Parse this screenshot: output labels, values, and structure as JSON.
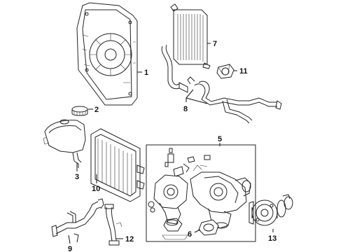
{
  "callouts": [
    {
      "id": "1",
      "label": "1"
    },
    {
      "id": "2",
      "label": "2"
    },
    {
      "id": "3",
      "label": "3"
    },
    {
      "id": "5",
      "label": "5"
    },
    {
      "id": "6",
      "label": "6"
    },
    {
      "id": "7",
      "label": "7"
    },
    {
      "id": "8",
      "label": "8"
    },
    {
      "id": "9",
      "label": "9"
    },
    {
      "id": "10",
      "label": "10"
    },
    {
      "id": "11",
      "label": "11"
    },
    {
      "id": "12",
      "label": "12"
    },
    {
      "id": "13",
      "label": "13"
    }
  ]
}
